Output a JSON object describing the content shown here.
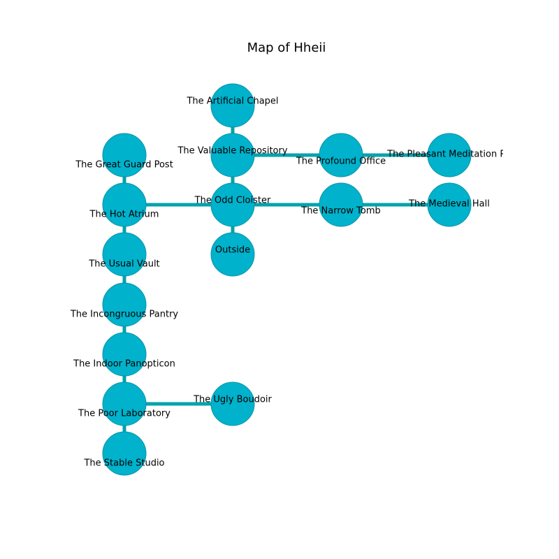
{
  "title": "Map of Hheii",
  "colors": {
    "node_fill": "#00b2cc",
    "node_stroke": "#0a93a6",
    "edge": "#00a3ad"
  },
  "rooms": {
    "chapel": "The Artificial Chapel",
    "repository": "The Valuable Repository",
    "office": "The Profound Office",
    "meditation": "The Pleasant Meditation Ro",
    "guardpost": "The Great Guard Post",
    "atrium": "The Hot Atrium",
    "cloister": "The Odd Cloister",
    "tomb": "The Narrow Tomb",
    "hall": "The Medieval Hall",
    "outside": "Outside",
    "vault": "The Usual Vault",
    "pantry": "The Incongruous Pantry",
    "panopticon": "The Indoor Panopticon",
    "laboratory": "The Poor Laboratory",
    "boudoir": "The Ugly Boudoir",
    "studio": "The Stable Studio"
  },
  "edges": [
    [
      "chapel",
      "repository"
    ],
    [
      "repository",
      "office"
    ],
    [
      "office",
      "meditation"
    ],
    [
      "repository",
      "cloister"
    ],
    [
      "cloister",
      "outside"
    ],
    [
      "cloister",
      "atrium"
    ],
    [
      "cloister",
      "tomb"
    ],
    [
      "tomb",
      "hall"
    ],
    [
      "guardpost",
      "atrium"
    ],
    [
      "atrium",
      "vault"
    ],
    [
      "vault",
      "pantry"
    ],
    [
      "pantry",
      "panopticon"
    ],
    [
      "panopticon",
      "laboratory"
    ],
    [
      "laboratory",
      "boudoir"
    ],
    [
      "laboratory",
      "studio"
    ]
  ]
}
